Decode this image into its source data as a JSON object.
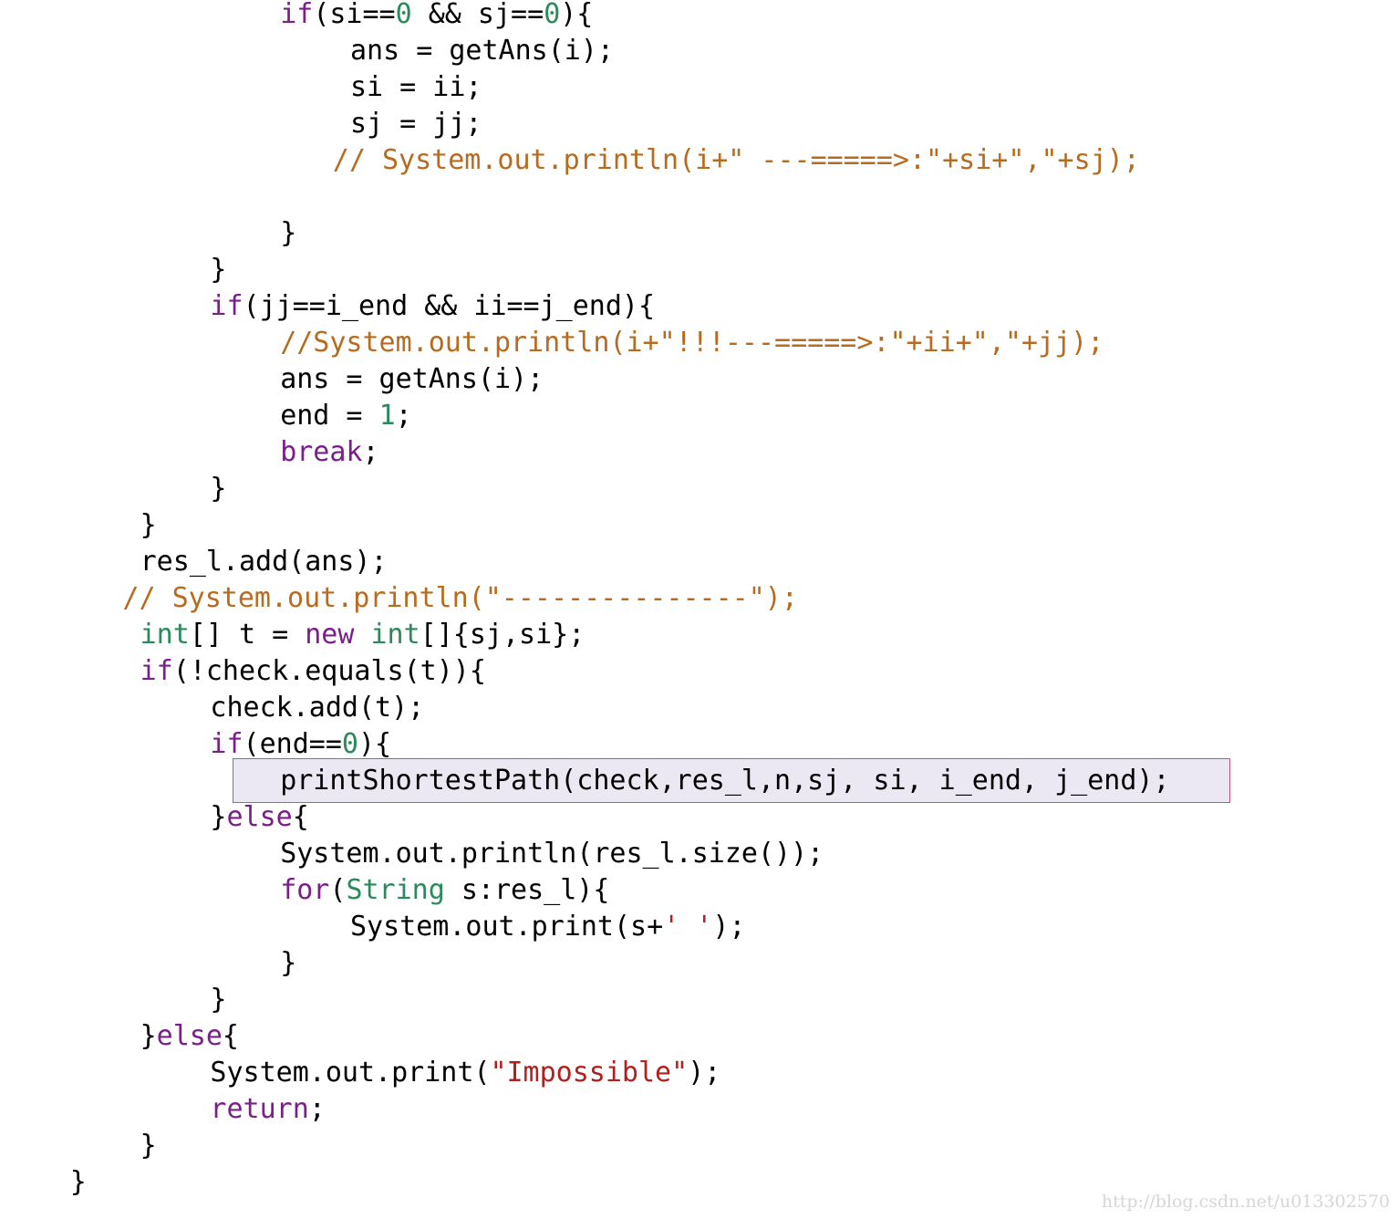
{
  "colors": {
    "keyword": "#7a1e8a",
    "type": "#2b8a5c",
    "number": "#2b8a5c",
    "comment": "#b86a1e",
    "string": "#b0201e",
    "plain": "#000000",
    "highlight_fill": "#ebe8f4",
    "highlight_border": "#d94b6f",
    "watermark": "#d6d6d6"
  },
  "highlighted_line_index": 21,
  "lines": [
    {
      "indent": 4,
      "tokens": [
        {
          "t": "kw",
          "v": "if"
        },
        {
          "t": "plain",
          "v": "(si=="
        },
        {
          "t": "num",
          "v": "0"
        },
        {
          "t": "plain",
          "v": " && sj=="
        },
        {
          "t": "num",
          "v": "0"
        },
        {
          "t": "plain",
          "v": "){"
        }
      ]
    },
    {
      "indent": 5,
      "tokens": [
        {
          "t": "plain",
          "v": "ans = getAns(i);"
        }
      ]
    },
    {
      "indent": 5,
      "tokens": [
        {
          "t": "plain",
          "v": "si = ii;"
        }
      ]
    },
    {
      "indent": 5,
      "tokens": [
        {
          "t": "plain",
          "v": "sj = jj;"
        }
      ]
    },
    {
      "indent": 4.75,
      "tokens": [
        {
          "t": "cmt",
          "v": "// System.out.println(i+\" ---=====>:\"+si+\",\"+sj);"
        }
      ]
    },
    {
      "indent": 0,
      "tokens": []
    },
    {
      "indent": 4,
      "tokens": [
        {
          "t": "plain",
          "v": "}"
        }
      ]
    },
    {
      "indent": 3,
      "tokens": [
        {
          "t": "plain",
          "v": "}"
        }
      ]
    },
    {
      "indent": 3,
      "tokens": [
        {
          "t": "kw",
          "v": "if"
        },
        {
          "t": "plain",
          "v": "(jj==i_end && ii==j_end){"
        }
      ]
    },
    {
      "indent": 4,
      "tokens": [
        {
          "t": "cmt",
          "v": "//System.out.println(i+\"!!!---=====>:\"+ii+\",\"+jj);"
        }
      ]
    },
    {
      "indent": 4,
      "tokens": [
        {
          "t": "plain",
          "v": "ans = getAns(i);"
        }
      ]
    },
    {
      "indent": 4,
      "tokens": [
        {
          "t": "plain",
          "v": "end = "
        },
        {
          "t": "num",
          "v": "1"
        },
        {
          "t": "plain",
          "v": ";"
        }
      ]
    },
    {
      "indent": 4,
      "tokens": [
        {
          "t": "kw",
          "v": "break"
        },
        {
          "t": "plain",
          "v": ";"
        }
      ]
    },
    {
      "indent": 3,
      "tokens": [
        {
          "t": "plain",
          "v": "}"
        }
      ]
    },
    {
      "indent": 2,
      "tokens": [
        {
          "t": "plain",
          "v": "}"
        }
      ]
    },
    {
      "indent": 2,
      "tokens": [
        {
          "t": "plain",
          "v": "res_l.add(ans);"
        }
      ]
    },
    {
      "indent": 1.75,
      "tokens": [
        {
          "t": "cmt",
          "v": "// System.out.println(\"---------------\");"
        }
      ]
    },
    {
      "indent": 2,
      "tokens": [
        {
          "t": "type",
          "v": "int"
        },
        {
          "t": "plain",
          "v": "[] t = "
        },
        {
          "t": "kw",
          "v": "new"
        },
        {
          "t": "plain",
          "v": " "
        },
        {
          "t": "type",
          "v": "int"
        },
        {
          "t": "plain",
          "v": "[]{sj,si};"
        }
      ]
    },
    {
      "indent": 2,
      "tokens": [
        {
          "t": "kw",
          "v": "if"
        },
        {
          "t": "plain",
          "v": "(!check.equals(t)){"
        }
      ]
    },
    {
      "indent": 3,
      "tokens": [
        {
          "t": "plain",
          "v": "check.add(t);"
        }
      ]
    },
    {
      "indent": 3,
      "tokens": [
        {
          "t": "kw",
          "v": "if"
        },
        {
          "t": "plain",
          "v": "(end=="
        },
        {
          "t": "num",
          "v": "0"
        },
        {
          "t": "plain",
          "v": "){"
        }
      ]
    },
    {
      "indent": 4,
      "tokens": [
        {
          "t": "plain",
          "v": "printShortestPath(check,res_l,n,sj, si, i_end, j_end);"
        }
      ]
    },
    {
      "indent": 3,
      "tokens": [
        {
          "t": "plain",
          "v": "}"
        },
        {
          "t": "kw",
          "v": "else"
        },
        {
          "t": "plain",
          "v": "{"
        }
      ]
    },
    {
      "indent": 4,
      "tokens": [
        {
          "t": "plain",
          "v": "System.out.println(res_l.size());"
        }
      ]
    },
    {
      "indent": 4,
      "tokens": [
        {
          "t": "kw",
          "v": "for"
        },
        {
          "t": "plain",
          "v": "("
        },
        {
          "t": "type",
          "v": "String"
        },
        {
          "t": "plain",
          "v": " s:res_l){"
        }
      ]
    },
    {
      "indent": 5,
      "tokens": [
        {
          "t": "plain",
          "v": "System.out.print(s+"
        },
        {
          "t": "str",
          "v": "' '"
        },
        {
          "t": "plain",
          "v": ");"
        }
      ]
    },
    {
      "indent": 4,
      "tokens": [
        {
          "t": "plain",
          "v": "}"
        }
      ]
    },
    {
      "indent": 3,
      "tokens": [
        {
          "t": "plain",
          "v": "}"
        }
      ]
    },
    {
      "indent": 2,
      "tokens": [
        {
          "t": "plain",
          "v": "}"
        },
        {
          "t": "kw",
          "v": "else"
        },
        {
          "t": "plain",
          "v": "{"
        }
      ]
    },
    {
      "indent": 3,
      "tokens": [
        {
          "t": "plain",
          "v": "System.out.print("
        },
        {
          "t": "str",
          "v": "\"Impossible\""
        },
        {
          "t": "plain",
          "v": ");"
        }
      ]
    },
    {
      "indent": 3,
      "tokens": [
        {
          "t": "kw",
          "v": "return"
        },
        {
          "t": "plain",
          "v": ";"
        }
      ]
    },
    {
      "indent": 2,
      "tokens": [
        {
          "t": "plain",
          "v": "}"
        }
      ]
    },
    {
      "indent": 1,
      "tokens": [
        {
          "t": "plain",
          "v": "}"
        }
      ]
    }
  ],
  "watermark": {
    "text": "http://blog.csdn.net/u013302570"
  }
}
